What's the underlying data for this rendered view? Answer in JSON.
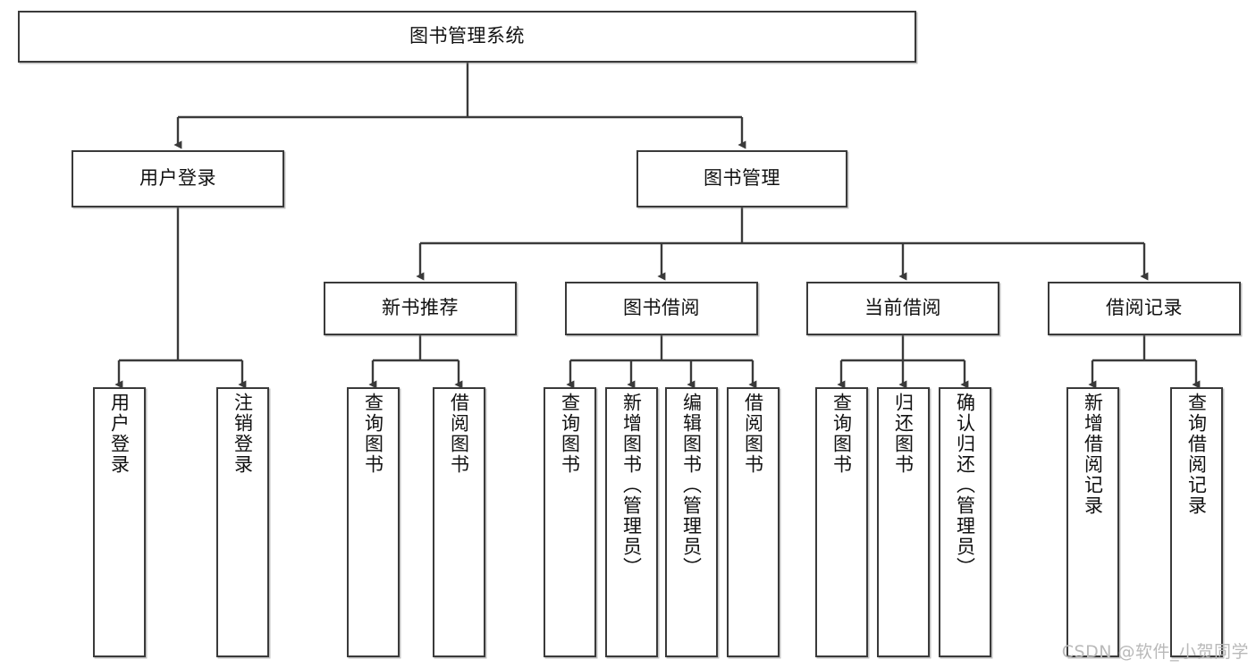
{
  "diagram": {
    "type": "tree",
    "title": "图书管理系统",
    "stroke_color": "#3a3a3a",
    "fill_color": "#ffffff",
    "text_color": "#111111",
    "nodes": {
      "root": {
        "label": "图书管理系统"
      },
      "level2": [
        {
          "label": "用户登录"
        },
        {
          "label": "图书管理"
        }
      ],
      "level3": [
        {
          "label": "新书推荐"
        },
        {
          "label": "图书借阅"
        },
        {
          "label": "当前借阅"
        },
        {
          "label": "借阅记录"
        }
      ],
      "leaves": {
        "user_login": [
          {
            "label": "用户登录"
          },
          {
            "label": "注销登录"
          }
        ],
        "new_book": [
          {
            "label": "查询图书"
          },
          {
            "label": "借阅图书"
          }
        ],
        "book_borrow": [
          {
            "label": "查询图书"
          },
          {
            "label": "新增图书（管理员）"
          },
          {
            "label": "编辑图书（管理员）"
          },
          {
            "label": "借阅图书"
          }
        ],
        "current_borrow": [
          {
            "label": "查询图书"
          },
          {
            "label": "归还图书"
          },
          {
            "label": "确认归还（管理员）"
          }
        ],
        "borrow_record": [
          {
            "label": "新增借阅记录"
          },
          {
            "label": "查询借阅记录"
          }
        ]
      }
    }
  },
  "watermark": {
    "text": "CSDN @软件_小贺同学"
  }
}
